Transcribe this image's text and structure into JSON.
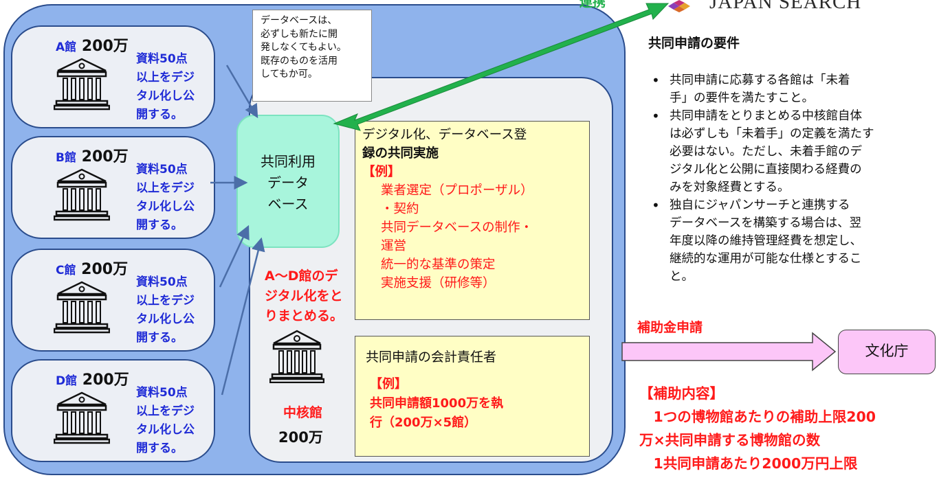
{
  "connect_label": "連携",
  "japan_search_label": "JAPAN SEARCH",
  "callout_lines": [
    "データベースは、",
    "必ずしも新たに開",
    "発しなくてもよい。",
    "既存のものを活用",
    "してもか可。"
  ],
  "museums": [
    {
      "name": "A館",
      "amount": "200万",
      "desc_lines": [
        "資料50点",
        "以上をデジ",
        "タル化し公",
        "開する。"
      ]
    },
    {
      "name": "B館",
      "amount": "200万",
      "desc_lines": [
        "資料50点",
        "以上をデジ",
        "タル化し公",
        "開する。"
      ]
    },
    {
      "name": "C館",
      "amount": "200万",
      "desc_lines": [
        "資料50点",
        "以上をデジ",
        "タル化し公",
        "開する。"
      ]
    },
    {
      "name": "D館",
      "amount": "200万",
      "desc_lines": [
        "資料50点",
        "以上をデジ",
        "タル化し公",
        "開する。"
      ]
    }
  ],
  "database_lines": [
    "共同利用",
    "データ",
    "ベース"
  ],
  "joint_box": {
    "title_lines": [
      "デジタル化、データベース登",
      "録の共同実施"
    ],
    "example_label": "【例】",
    "items": [
      "業者選定（プロポーザル）",
      "・契約",
      "共同データベースの制作・",
      "運営",
      "統一的な基準の策定",
      "実施支援（研修等）"
    ]
  },
  "summary_lines": [
    "A～D館のデ",
    "ジタル化をと",
    "りまとめる。"
  ],
  "core": {
    "name": "中核館",
    "amount": "200万"
  },
  "accounting_box": {
    "title": "共同申請の会計責任者",
    "example_label": "【例】",
    "lines": [
      "共同申請額1000万を執",
      "行（200万×5館）"
    ]
  },
  "requirements": {
    "title": "共同申請の要件",
    "items": [
      [
        "共同申請に応募する各館は「未着",
        "手」の要件を満たすこと。"
      ],
      [
        "共同申請をとりまとめる中核館自体",
        "は必ずしも「未着手」の定義を満たす",
        "必要はない。ただし、未着手館のデ",
        "ジタル化と公開に直接関わる経費の",
        "みを対象経費とする。"
      ],
      [
        "独自にジャパンサーチと連携する",
        "データベースを構築する場合は、翌",
        "年度以降の維持管理経費を想定し、",
        "継続的な運用が可能な仕様とするこ",
        "と。"
      ]
    ]
  },
  "grant_label": "補助金申請",
  "agency": "文化庁",
  "subsidy": {
    "title": "【補助内容】",
    "lines": [
      "　1つの博物館あたりの補助上限200",
      "万×共同申請する博物館の数",
      "　1共同申請あたり2000万円上限"
    ]
  },
  "colors": {
    "blue_text": "#1f2bd6",
    "red_text": "#ff1a1a",
    "green_arrow": "#22b14c",
    "outer_bg": "#8fb3ec",
    "database_bg": "#a8f5dc",
    "note_bg": "#fffec5",
    "agency_bg": "#fcc6f8"
  }
}
